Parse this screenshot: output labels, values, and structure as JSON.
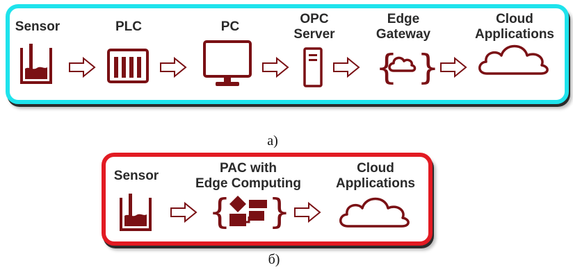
{
  "diagram_a": {
    "caption": "а)",
    "border_color": "#1ee3ec",
    "nodes": [
      {
        "label": "Sensor",
        "icon": "sensor-tank-icon"
      },
      {
        "label": "PLC",
        "icon": "plc-module-icon"
      },
      {
        "label": "PC",
        "icon": "monitor-icon"
      },
      {
        "label": "OPC\nServer",
        "icon": "server-tower-icon"
      },
      {
        "label": "Edge\nGateway",
        "icon": "braces-cloud-icon"
      },
      {
        "label": "Cloud\nApplications",
        "icon": "cloud-icon"
      }
    ]
  },
  "diagram_b": {
    "caption": "б)",
    "border_color": "#e21b23",
    "nodes": [
      {
        "label": "Sensor",
        "icon": "sensor-tank-icon"
      },
      {
        "label": "PAC with\nEdge Computing",
        "icon": "braces-shapes-icon"
      },
      {
        "label": "Cloud\nApplications",
        "icon": "cloud-icon"
      }
    ]
  },
  "colors": {
    "icon": "#7a1014",
    "arrow": "#7a1014"
  }
}
